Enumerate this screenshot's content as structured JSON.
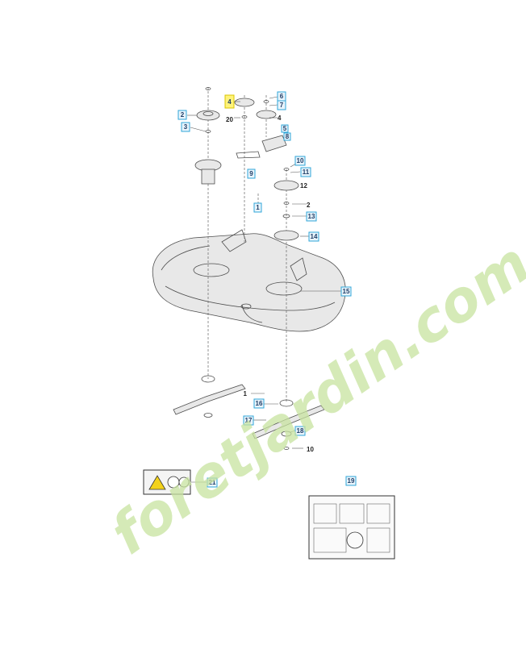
{
  "diagram": {
    "callouts": [
      {
        "label": "1",
        "boxed": true
      },
      {
        "label": "1",
        "boxed": false
      },
      {
        "label": "2",
        "boxed": true
      },
      {
        "label": "2",
        "boxed": false
      },
      {
        "label": "3",
        "boxed": true
      },
      {
        "label": "4",
        "boxed": true,
        "highlight": true
      },
      {
        "label": "4",
        "boxed": false
      },
      {
        "label": "5",
        "boxed": true
      },
      {
        "label": "6",
        "boxed": true
      },
      {
        "label": "7",
        "boxed": true
      },
      {
        "label": "8",
        "boxed": true
      },
      {
        "label": "9",
        "boxed": true
      },
      {
        "label": "10",
        "boxed": true
      },
      {
        "label": "10",
        "boxed": false
      },
      {
        "label": "11",
        "boxed": true
      },
      {
        "label": "12",
        "boxed": false
      },
      {
        "label": "13",
        "boxed": true
      },
      {
        "label": "14",
        "boxed": true
      },
      {
        "label": "15",
        "boxed": true
      },
      {
        "label": "16",
        "boxed": true
      },
      {
        "label": "17",
        "boxed": true
      },
      {
        "label": "18",
        "boxed": true
      },
      {
        "label": "19",
        "boxed": true
      },
      {
        "label": "20",
        "boxed": false
      },
      {
        "label": "21",
        "boxed": true
      }
    ],
    "colors": {
      "callout_fill": "#e9f4fb",
      "callout_border": "#2fa6d8",
      "highlight_fill": "#fff37a",
      "watermark_green": "#c8e3a0",
      "watermark_orange": "#f6c98a",
      "watermark_gray": "#c9c4b8"
    }
  },
  "watermark": {
    "text": "foretjardin.com"
  }
}
